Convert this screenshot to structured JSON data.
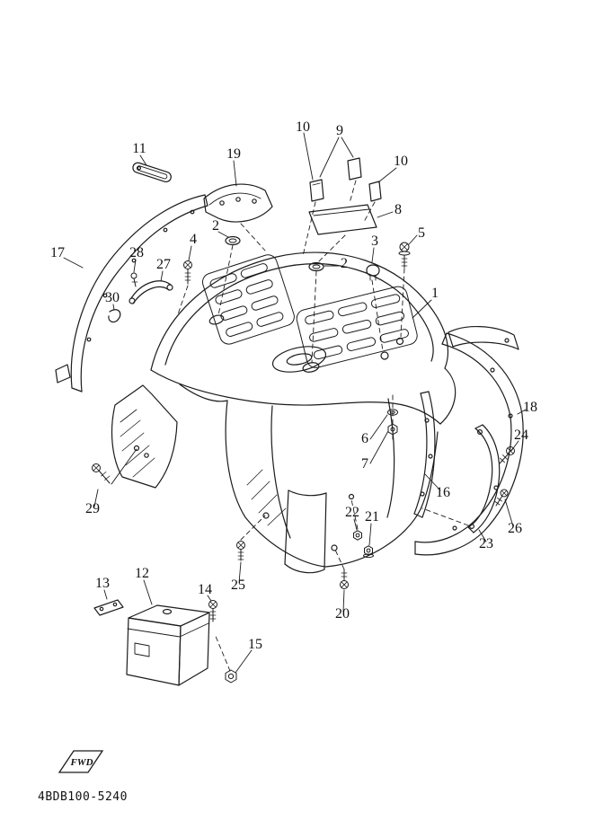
{
  "diagram": {
    "footer_code": "4BDB100-5240",
    "fwd_label": "FWD",
    "callouts": {
      "c1": "1",
      "c2a": "2",
      "c2b": "2",
      "c3": "3",
      "c4": "4",
      "c5": "5",
      "c6": "6",
      "c7": "7",
      "c8": "8",
      "c9": "9",
      "c10a": "10",
      "c10b": "10",
      "c11": "11",
      "c12": "12",
      "c13": "13",
      "c14": "14",
      "c15": "15",
      "c16": "16",
      "c17": "17",
      "c18": "18",
      "c19": "19",
      "c20": "20",
      "c21": "21",
      "c22": "22",
      "c23": "23",
      "c24": "24",
      "c25": "25",
      "c26": "26",
      "c27": "27",
      "c28": "28",
      "c29": "29",
      "c30": "30"
    }
  }
}
